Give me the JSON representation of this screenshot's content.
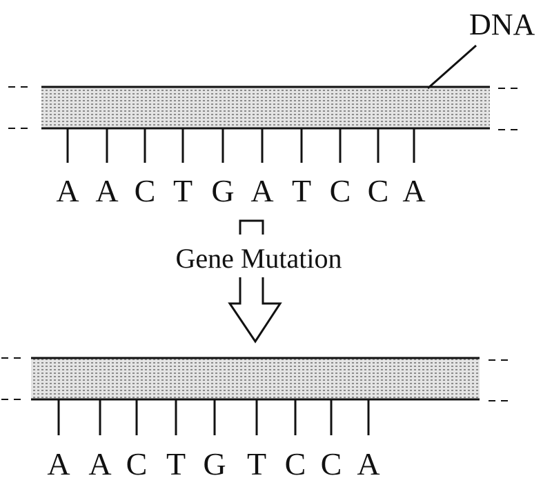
{
  "label_dna": "DNA",
  "process_label": "Gene Mutation",
  "original_sequence": [
    "A",
    "A",
    "C",
    "T",
    "G",
    "A",
    "T",
    "C",
    "C",
    "A"
  ],
  "mutated_sequence": [
    "A",
    "A",
    "C",
    "T",
    "G",
    "T",
    "C",
    "C",
    "A"
  ],
  "colors": {
    "ink": "#111111",
    "band": "#cfcfcf"
  }
}
